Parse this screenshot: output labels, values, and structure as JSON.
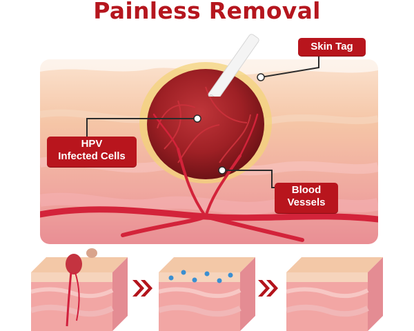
{
  "title": "Painless Removal",
  "labels": {
    "skin_tag": "Skin Tag",
    "hpv_line1": "HPV",
    "hpv_line2": "Infected Cells",
    "blood_line1": "Blood",
    "blood_line2": "Vessels"
  },
  "colors": {
    "title_red": "#b5161e",
    "label_red": "#b8151d",
    "skin_top": "#f6c9a6",
    "tissue_pink": "#f2a7a3",
    "growth_dark": "#8e1a1e",
    "vessel_red": "#d3233a",
    "arrow_red": "#b3141c"
  },
  "icons": {
    "applicator": "applicator-pen-icon",
    "next": "double-chevron-right-icon"
  },
  "steps": [
    "skin-with-tag",
    "skin-treated",
    "skin-clear"
  ]
}
